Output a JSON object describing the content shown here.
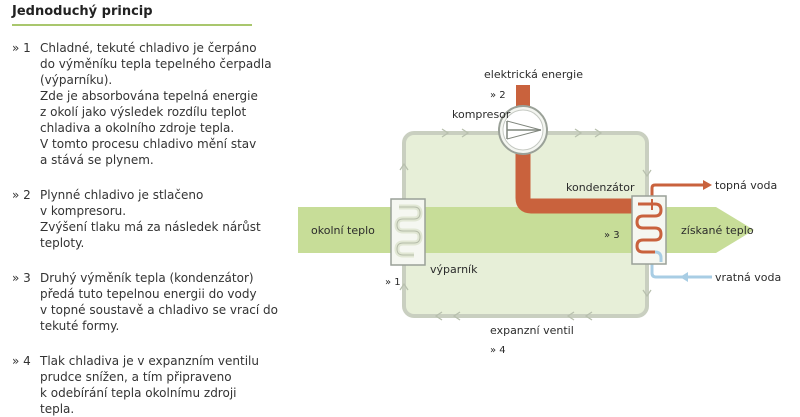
{
  "title": "Jednoduchý princip",
  "steps": [
    {
      "num": "» 1",
      "lines": [
        "Chladné, tekuté chladivo je čerpáno",
        "do výměníku tepla tepelného čerpadla",
        "(výparníku).",
        "Zde je absorbována tepelná energie",
        "z okolí jako výsledek rozdílu teplot",
        "chladiva a okolního zdroje tepla.",
        "V tomto procesu chladivo mění stav",
        "a stává se plynem."
      ]
    },
    {
      "num": "» 2",
      "lines": [
        "Plynné chladivo je stlačeno",
        "v kompresoru.",
        "Zvýšení tlaku má za následek nárůst",
        "teploty."
      ]
    },
    {
      "num": "» 3",
      "lines": [
        "Druhý výměník tepla (kondenzátor)",
        "předá tuto tepelnou energii do vody",
        "v topné soustavě a chladivo se vrací do",
        "tekuté formy."
      ]
    },
    {
      "num": "» 4",
      "lines": [
        "Tlak chladiva je v expanzním ventilu",
        "prudce snížen, a tím připraveno",
        "k odebírání tepla okolnímu zdroji",
        "tepla."
      ]
    }
  ],
  "diagram": {
    "labels": {
      "elektricka_energie": "elektrická energie",
      "marker2": "» 2",
      "kompresor": "kompresor",
      "kondenzator": "kondenzátor",
      "topna_voda": "topná voda",
      "okolni_teplo": "okolní teplo",
      "marker3": "» 3",
      "ziskane_teplo": "získané teplo",
      "marker1": "» 1",
      "vyparnik": "výparník",
      "vratna_voda": "vratná voda",
      "expanzni_ventil": "expanzní ventil",
      "marker4": "» 4"
    },
    "colors": {
      "heat_band": "#c7dd98",
      "circuit_fill": "#e7efd8",
      "circuit_stroke": "#c9cfc0",
      "hot_pipe": "#c9623d",
      "cold_pipe": "#a8cde4",
      "accent_rule": "#a9c76d"
    }
  }
}
